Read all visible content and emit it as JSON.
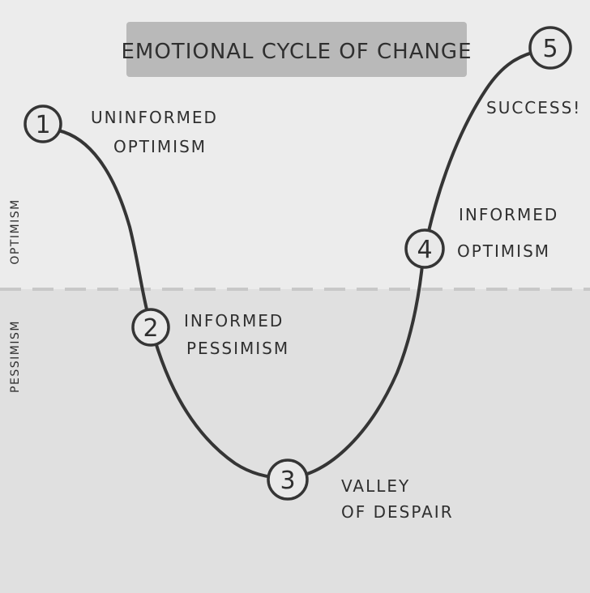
{
  "title": "EMOTIONAL CYCLE OF CHANGE",
  "zones": {
    "upper_label": "OPTIMISM",
    "lower_label": "PESSIMISM"
  },
  "stages": [
    {
      "number": "1",
      "line1": "UNINFORMED",
      "line2": "OPTIMISM"
    },
    {
      "number": "2",
      "line1": "INFORMED",
      "line2": "PESSIMISM"
    },
    {
      "number": "3",
      "line1": "VALLEY",
      "line2": "OF DESPAIR"
    },
    {
      "number": "4",
      "line1": "INFORMED",
      "line2": "OPTIMISM"
    },
    {
      "number": "5",
      "line1": "SUCCESS!",
      "line2": ""
    }
  ],
  "colors": {
    "upper_background": "#ececec",
    "lower_background": "#e0e0e0",
    "title_box": "#b9b9b9",
    "ink": "#353535"
  }
}
